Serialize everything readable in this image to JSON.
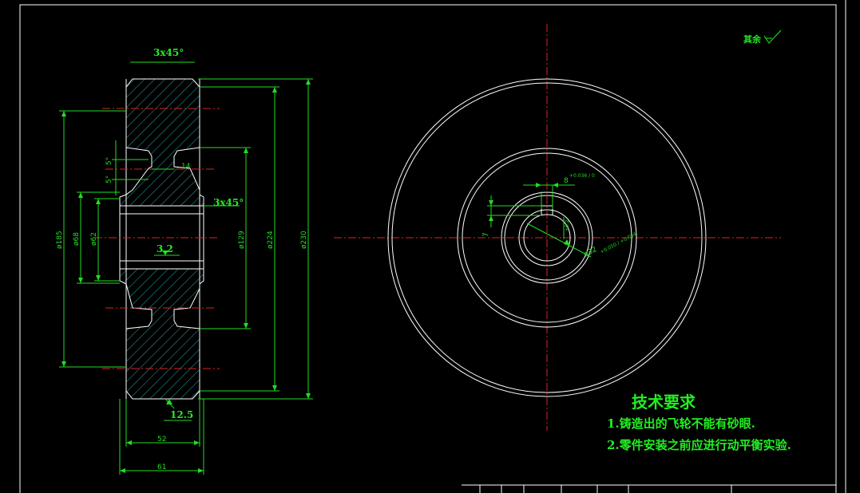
{
  "colors": {
    "background": "#000000",
    "outline": "#ffffff",
    "dimension": "#22dd22",
    "centerline": "#dd2222",
    "hatch": "#2aa8a8"
  },
  "section_view": {
    "chamfer_top": "3x45°",
    "chamfer_hub": "3x45°",
    "angle_upper": "5°",
    "angle_lower": "5°",
    "web_width": "14",
    "roughness_bore": "3.2",
    "roughness_outer": "12.5",
    "dia_185": "ø185",
    "dia_68": "ø68",
    "dia_62": "ø62",
    "dia_129": "ø129",
    "dia_224": "ø224",
    "dia_230": "ø230",
    "hub_width": "52",
    "rim_width": "61"
  },
  "front_view": {
    "keyway_width": "8",
    "keyway_tol": "+0.036 / 0",
    "key_depth": "7",
    "bore_dia": "ø32",
    "bore_tol": "+0.050 / +0.034",
    "small_tol": "+0.2"
  },
  "surface_note": "其余",
  "requirements": {
    "title": "技术要求",
    "items": [
      "1.铸造出的飞轮不能有砂眼.",
      "2.零件安装之前应进行动平衡实验."
    ]
  }
}
